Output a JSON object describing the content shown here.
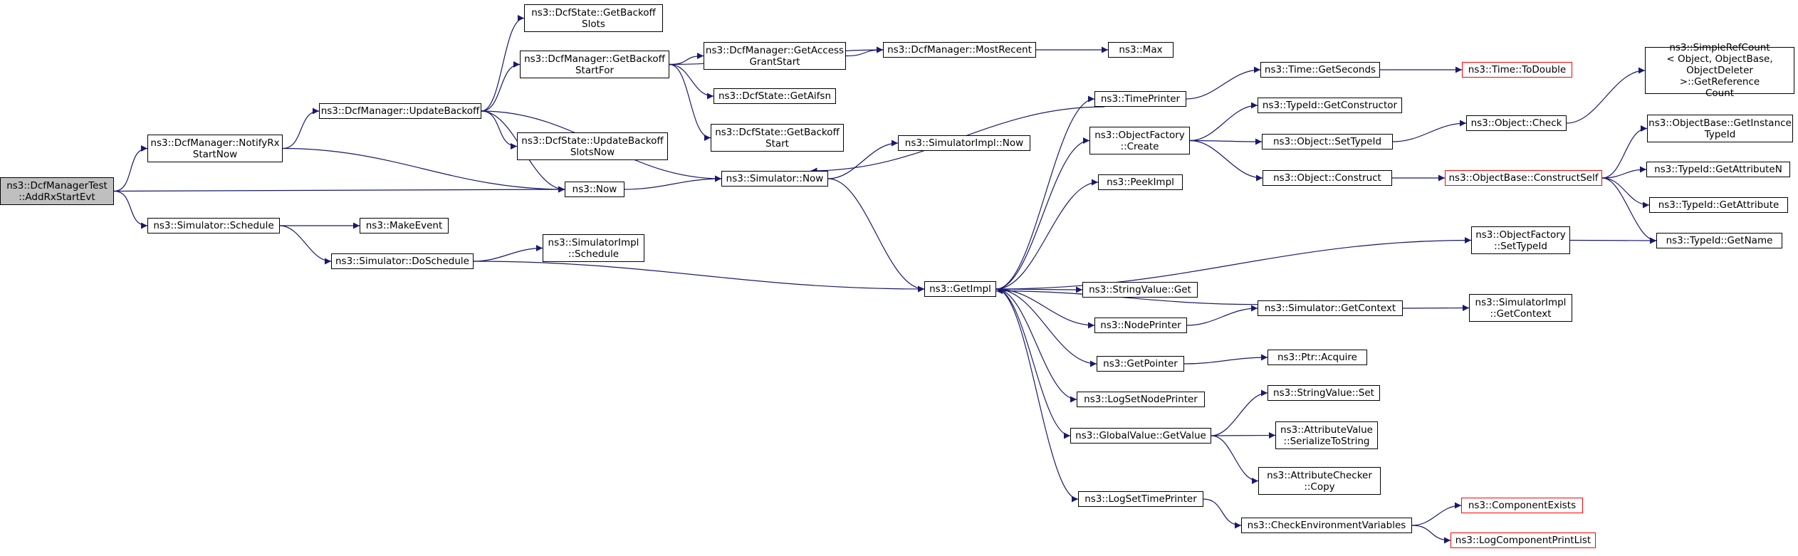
{
  "diagram": {
    "edge_color": "#191970",
    "nodes": [
      {
        "id": "root",
        "label": "ns3::DcfManagerTest\n::AddRxStartEvt",
        "style": "root"
      },
      {
        "id": "notifyRx",
        "label": "ns3::DcfManager::NotifyRx\nStartNow"
      },
      {
        "id": "schedule",
        "label": "ns3::Simulator::Schedule"
      },
      {
        "id": "updateBackoff",
        "label": "ns3::DcfManager::UpdateBackoff"
      },
      {
        "id": "getBackoffSlots",
        "label": "ns3::DcfState::GetBackoff\nSlots"
      },
      {
        "id": "getBackoffStartFor",
        "label": "ns3::DcfManager::GetBackoff\nStartFor"
      },
      {
        "id": "updateBackoffSlotsNow",
        "label": "ns3::DcfState::UpdateBackoff\nSlotsNow"
      },
      {
        "id": "now",
        "label": "ns3::Now"
      },
      {
        "id": "makeEvent",
        "label": "ns3::MakeEvent"
      },
      {
        "id": "doSchedule",
        "label": "ns3::Simulator::DoSchedule"
      },
      {
        "id": "simImplSchedule",
        "label": "ns3::SimulatorImpl\n::Schedule"
      },
      {
        "id": "getAccessGrantStart",
        "label": "ns3::DcfManager::GetAccess\nGrantStart"
      },
      {
        "id": "getAifsn",
        "label": "ns3::DcfState::GetAifsn"
      },
      {
        "id": "getBackoffStart",
        "label": "ns3::DcfState::GetBackoff\nStart"
      },
      {
        "id": "mostRecent",
        "label": "ns3::DcfManager::MostRecent"
      },
      {
        "id": "max",
        "label": "ns3::Max"
      },
      {
        "id": "simNow",
        "label": "ns3::Simulator::Now"
      },
      {
        "id": "simImplNow",
        "label": "ns3::SimulatorImpl::Now"
      },
      {
        "id": "getImpl",
        "label": "ns3::GetImpl"
      },
      {
        "id": "timePrinter",
        "label": "ns3::TimePrinter"
      },
      {
        "id": "objFactoryCreate",
        "label": "ns3::ObjectFactory\n::Create"
      },
      {
        "id": "peekImpl",
        "label": "ns3::PeekImpl"
      },
      {
        "id": "strValueGet",
        "label": "ns3::StringValue::Get"
      },
      {
        "id": "nodePrinter",
        "label": "ns3::NodePrinter"
      },
      {
        "id": "getPointer",
        "label": "ns3::GetPointer"
      },
      {
        "id": "logSetNodePrinter",
        "label": "ns3::LogSetNodePrinter"
      },
      {
        "id": "gvGetValue",
        "label": "ns3::GlobalValue::GetValue"
      },
      {
        "id": "logSetTimePrinter",
        "label": "ns3::LogSetTimePrinter"
      },
      {
        "id": "timeGetSeconds",
        "label": "ns3::Time::GetSeconds"
      },
      {
        "id": "timeToDouble",
        "label": "ns3::Time::ToDouble",
        "style": "red"
      },
      {
        "id": "typeIdGetConstructor",
        "label": "ns3::TypeId::GetConstructor"
      },
      {
        "id": "objSetTypeId",
        "label": "ns3::Object::SetTypeId"
      },
      {
        "id": "objConstruct",
        "label": "ns3::Object::Construct"
      },
      {
        "id": "objCheck",
        "label": "ns3::Object::Check"
      },
      {
        "id": "simpleRefCount",
        "label": "ns3::SimpleRefCount\n< Object, ObjectBase,\nObjectDeleter >::GetReference\nCount"
      },
      {
        "id": "constructSelf",
        "label": "ns3::ObjectBase::ConstructSelf",
        "style": "red"
      },
      {
        "id": "getInstanceTypeId",
        "label": "ns3::ObjectBase::GetInstance\nTypeId"
      },
      {
        "id": "getAttributeN",
        "label": "ns3::TypeId::GetAttributeN"
      },
      {
        "id": "getAttribute",
        "label": "ns3::TypeId::GetAttribute"
      },
      {
        "id": "ofSetTypeId",
        "label": "ns3::ObjectFactory\n::SetTypeId"
      },
      {
        "id": "getName",
        "label": "ns3::TypeId::GetName"
      },
      {
        "id": "simGetContext",
        "label": "ns3::Simulator::GetContext"
      },
      {
        "id": "simImplGetContext",
        "label": "ns3::SimulatorImpl\n::GetContext"
      },
      {
        "id": "ptrAcquire",
        "label": "ns3::Ptr::Acquire"
      },
      {
        "id": "strValueSet",
        "label": "ns3::StringValue::Set"
      },
      {
        "id": "serializeToString",
        "label": "ns3::AttributeValue\n::SerializeToString"
      },
      {
        "id": "checkerCopy",
        "label": "ns3::AttributeChecker\n::Copy"
      },
      {
        "id": "checkEnvVars",
        "label": "ns3::CheckEnvironmentVariables"
      },
      {
        "id": "componentExists",
        "label": "ns3::ComponentExists",
        "style": "red"
      },
      {
        "id": "logComponentPrintList",
        "label": "ns3::LogComponentPrintList",
        "style": "red"
      }
    ],
    "edges": [
      [
        "root",
        "notifyRx"
      ],
      [
        "root",
        "now"
      ],
      [
        "root",
        "schedule"
      ],
      [
        "notifyRx",
        "updateBackoff"
      ],
      [
        "notifyRx",
        "now"
      ],
      [
        "updateBackoff",
        "getBackoffSlots"
      ],
      [
        "updateBackoff",
        "getBackoffStartFor"
      ],
      [
        "updateBackoff",
        "updateBackoffSlotsNow"
      ],
      [
        "updateBackoff",
        "now"
      ],
      [
        "updateBackoff",
        "simNow"
      ],
      [
        "getBackoffStartFor",
        "getAccessGrantStart"
      ],
      [
        "getBackoffStartFor",
        "mostRecent"
      ],
      [
        "getBackoffStartFor",
        "getAifsn"
      ],
      [
        "getBackoffStartFor",
        "getBackoffStart"
      ],
      [
        "getAccessGrantStart",
        "mostRecent"
      ],
      [
        "mostRecent",
        "max"
      ],
      [
        "now",
        "simNow"
      ],
      [
        "simNow",
        "simImplNow"
      ],
      [
        "simNow",
        "getImpl"
      ],
      [
        "schedule",
        "makeEvent"
      ],
      [
        "schedule",
        "doSchedule"
      ],
      [
        "doSchedule",
        "simImplSchedule"
      ],
      [
        "doSchedule",
        "getImpl"
      ],
      [
        "getImpl",
        "timePrinter"
      ],
      [
        "getImpl",
        "objFactoryCreate"
      ],
      [
        "getImpl",
        "peekImpl"
      ],
      [
        "getImpl",
        "ofSetTypeId"
      ],
      [
        "getImpl",
        "strValueGet"
      ],
      [
        "getImpl",
        "nodePrinter"
      ],
      [
        "getImpl",
        "getPointer"
      ],
      [
        "getImpl",
        "logSetNodePrinter"
      ],
      [
        "getImpl",
        "gvGetValue"
      ],
      [
        "getImpl",
        "logSetTimePrinter"
      ],
      [
        "timePrinter",
        "timeGetSeconds"
      ],
      [
        "timePrinter",
        "simNow"
      ],
      [
        "timeGetSeconds",
        "timeToDouble"
      ],
      [
        "objFactoryCreate",
        "typeIdGetConstructor"
      ],
      [
        "objFactoryCreate",
        "objSetTypeId"
      ],
      [
        "objFactoryCreate",
        "objConstruct"
      ],
      [
        "objSetTypeId",
        "objCheck"
      ],
      [
        "objCheck",
        "simpleRefCount"
      ],
      [
        "objConstruct",
        "constructSelf"
      ],
      [
        "constructSelf",
        "getInstanceTypeId"
      ],
      [
        "constructSelf",
        "getAttributeN"
      ],
      [
        "constructSelf",
        "getAttribute"
      ],
      [
        "constructSelf",
        "getName"
      ],
      [
        "ofSetTypeId",
        "getName"
      ],
      [
        "nodePrinter",
        "simGetContext"
      ],
      [
        "simGetContext",
        "getImpl"
      ],
      [
        "simGetContext",
        "simImplGetContext"
      ],
      [
        "getPointer",
        "ptrAcquire"
      ],
      [
        "gvGetValue",
        "strValueSet"
      ],
      [
        "gvGetValue",
        "serializeToString"
      ],
      [
        "gvGetValue",
        "checkerCopy"
      ],
      [
        "logSetTimePrinter",
        "checkEnvVars"
      ],
      [
        "checkEnvVars",
        "componentExists"
      ],
      [
        "checkEnvVars",
        "logComponentPrintList"
      ]
    ]
  }
}
